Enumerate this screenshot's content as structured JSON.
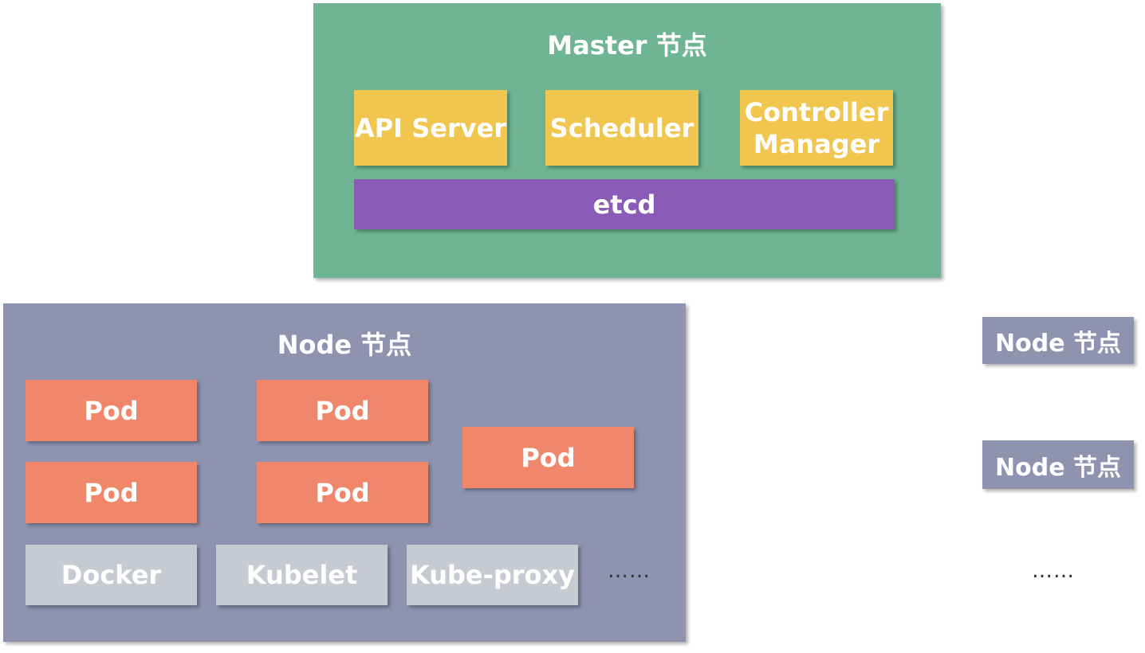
{
  "master": {
    "title": "Master 节点",
    "api_server": "API Server",
    "scheduler": "Scheduler",
    "controller_manager_line1": "Controller",
    "controller_manager_line2": "Manager",
    "etcd": "etcd"
  },
  "node": {
    "title": "Node 节点",
    "pods": [
      "Pod",
      "Pod",
      "Pod",
      "Pod",
      "Pod"
    ],
    "docker": "Docker",
    "kubelet": "Kubelet",
    "kube_proxy": "Kube-proxy",
    "more": "……"
  },
  "other_nodes": {
    "node_1": "Node 节点",
    "node_2": "Node 节点",
    "more": "……"
  },
  "colors": {
    "master": "#6fb594",
    "component": "#f0c64e",
    "etcd": "#8a5cb8",
    "node": "#8e93b0",
    "pod": "#f0866a",
    "runtime": "#c6cad3"
  }
}
